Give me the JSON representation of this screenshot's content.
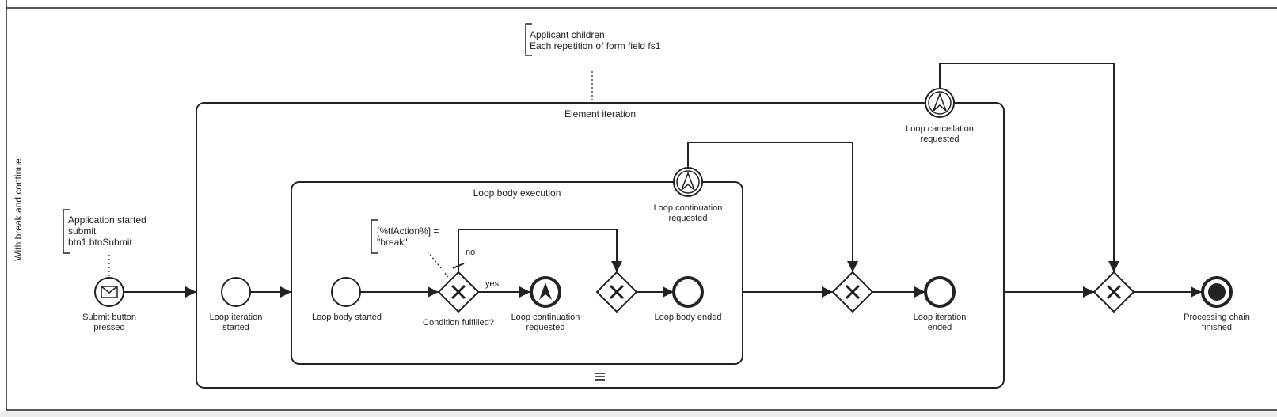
{
  "lane": {
    "label": "With break and continue"
  },
  "annotations": {
    "top": [
      "Applicant children",
      "Each repetition of form field fs1"
    ],
    "start": [
      "Application started",
      "submit",
      "btn1.btnSubmit"
    ],
    "condition": [
      "[%tfAction%] =",
      "\"break\""
    ]
  },
  "containers": {
    "outer": {
      "label": "Element iteration"
    },
    "inner": {
      "label": "Loop body execution"
    }
  },
  "events": {
    "submit": [
      "Submit button",
      "pressed"
    ],
    "iteration_started": [
      "Loop iteration",
      "started"
    ],
    "body_started": [
      "Loop body started"
    ],
    "continuation_throw": [
      "Loop continuation",
      "requested"
    ],
    "body_ended": [
      "Loop body ended"
    ],
    "continuation_boundary": [
      "Loop continuation",
      "requested"
    ],
    "iteration_ended": [
      "Loop iteration",
      "ended"
    ],
    "cancellation_boundary": [
      "Loop cancellation",
      "requested"
    ],
    "finished": [
      "Processing chain",
      "finished"
    ]
  },
  "gateways": {
    "condition": [
      "Condition fulfilled?"
    ]
  },
  "flows": {
    "yes": "yes",
    "no": "no"
  },
  "colors": {
    "stroke": "#222222",
    "background": "#ffffff",
    "bottom_bar": "#eeeeee"
  },
  "icons": {
    "message": "envelope-icon",
    "escalation": "escalation-arrow-icon",
    "exclusive": "x-gateway-icon",
    "loop_marker": "parallel-multi-instance-icon"
  }
}
